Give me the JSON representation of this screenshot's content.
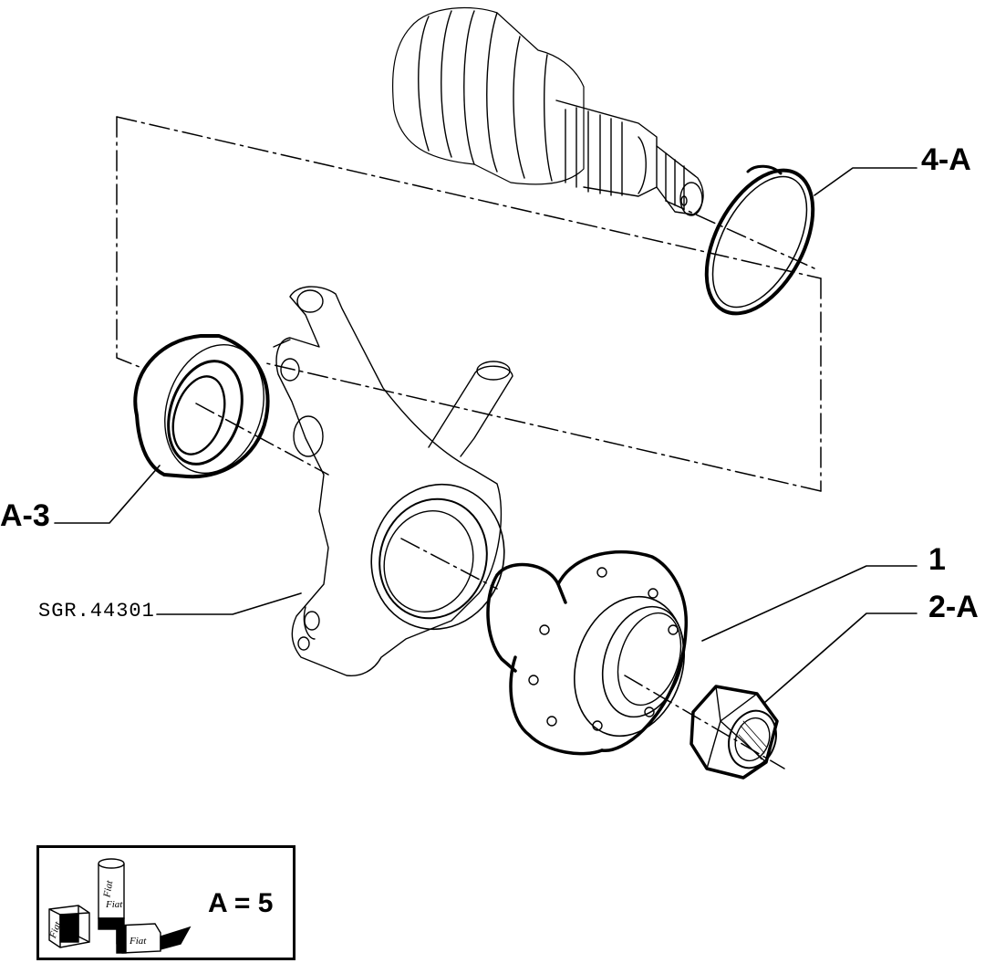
{
  "callouts": {
    "boot_circlip": "4-A",
    "seal": "A-3",
    "hub": "1",
    "nut": "2-A"
  },
  "reference_code": "SGR.44301",
  "legend": {
    "equation": "A = 5",
    "icon": "fiat-lubricant-icon",
    "icon_labels": [
      "Fiat",
      "Fiat",
      "Fiat",
      "Fiat"
    ]
  },
  "colors": {
    "ink": "#000000",
    "paper": "#ffffff"
  }
}
